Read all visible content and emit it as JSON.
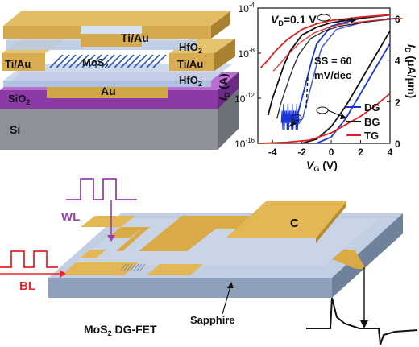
{
  "device_stack": {
    "top_contact": "Ti/Au",
    "top_dielectric": "HfO",
    "top_dielectric_sub": "2",
    "contact_left": "Ti/Au",
    "contact_right": "Ti/Au",
    "channel": "MoS",
    "channel_sub": "2",
    "bottom_dielectric": "HfO",
    "bottom_dielectric_sub": "2",
    "bottom_gate": "Au",
    "oxide": "SiO",
    "oxide_sub": "2",
    "substrate": "Si"
  },
  "chart_data": {
    "type": "line",
    "annotation_vd": "V",
    "annotation_vd_sub": "D",
    "annotation_vd_value": "=0.1 V",
    "annotation_ss_line1": "SS = 60",
    "annotation_ss_line2": "mV/dec",
    "xlabel": "V",
    "xlabel_sub": "G",
    "xlabel_unit": " (V)",
    "ylabel_left": "I",
    "ylabel_left_sub": "D",
    "ylabel_left_unit": " (A)",
    "ylabel_right": "I",
    "ylabel_right_sub": "D",
    "ylabel_right_unit": " (μA/μm)",
    "xlim": [
      -5,
      4
    ],
    "x_ticks": [
      "-4",
      "-2",
      "0",
      "2",
      "4"
    ],
    "y_left_log_ticks": [
      {
        "base": "10",
        "exp": "-4"
      },
      {
        "base": "10",
        "exp": "-8"
      },
      {
        "base": "10",
        "exp": "-12"
      },
      {
        "base": "10",
        "exp": "-16"
      }
    ],
    "y_right_ticks": [
      "6",
      "4",
      "2",
      "0"
    ],
    "ylim_left_exp": [
      -16,
      -4
    ],
    "ylim_right": [
      0,
      6.5
    ],
    "legend_position": "bottom-right",
    "series": [
      {
        "name": "DG",
        "color": "#1a35d6",
        "log_x": [
          -2.6,
          -2.3,
          -2.0,
          -1.6,
          -1.3,
          -1.0,
          0.0,
          2.0,
          4.0
        ],
        "log_y_exp": [
          -14,
          -13.5,
          -12,
          -10,
          -8.5,
          -7.2,
          -5.6,
          -4.9,
          -4.6
        ],
        "lin_x": [
          -1.0,
          0.0,
          1.0,
          2.0,
          3.0,
          4.0
        ],
        "lin_y": [
          0.0,
          0.3,
          1.2,
          2.4,
          3.6,
          4.8
        ]
      },
      {
        "name": "BG",
        "color": "#111111",
        "log_x": [
          -4.3,
          -4.0,
          -3.6,
          -3.2,
          -2.8,
          -2.0,
          -1.0,
          0.0,
          2.0,
          4.0
        ],
        "log_y_exp": [
          -13.5,
          -12,
          -10.5,
          -9,
          -7.8,
          -6.4,
          -5.7,
          -5.3,
          -4.9,
          -4.6
        ],
        "lin_x": [
          -2.0,
          -1.0,
          0.0,
          1.0,
          2.0,
          3.0,
          4.0
        ],
        "lin_y": [
          0.0,
          0.2,
          0.8,
          1.8,
          3.0,
          4.2,
          5.4
        ]
      },
      {
        "name": "TG",
        "color": "#e02020",
        "log_x": [
          -4.8,
          -4.3,
          -3.8,
          -3.0,
          -2.0,
          -1.0,
          0.0,
          2.0,
          4.0
        ],
        "log_y_exp": [
          -9.3,
          -8.6,
          -7.8,
          -6.8,
          -5.9,
          -5.4,
          -5.1,
          -4.8,
          -4.6
        ],
        "lin_x": [
          -4.8,
          -3.0,
          -1.5,
          0.0,
          1.0,
          2.0,
          3.0,
          4.0
        ],
        "lin_y": [
          0.0,
          0.05,
          0.15,
          0.5,
          0.9,
          1.3,
          1.8,
          2.4
        ]
      }
    ]
  },
  "circuit": {
    "wl_label": "WL",
    "bl_label": "BL",
    "capacitor_label": "C",
    "substrate_label": "Sapphire",
    "caption_prefix": "MoS",
    "caption_sub": "2",
    "caption_suffix": " DG-FET",
    "wl_color": "#9a3fb0",
    "bl_color": "#e8262a"
  }
}
